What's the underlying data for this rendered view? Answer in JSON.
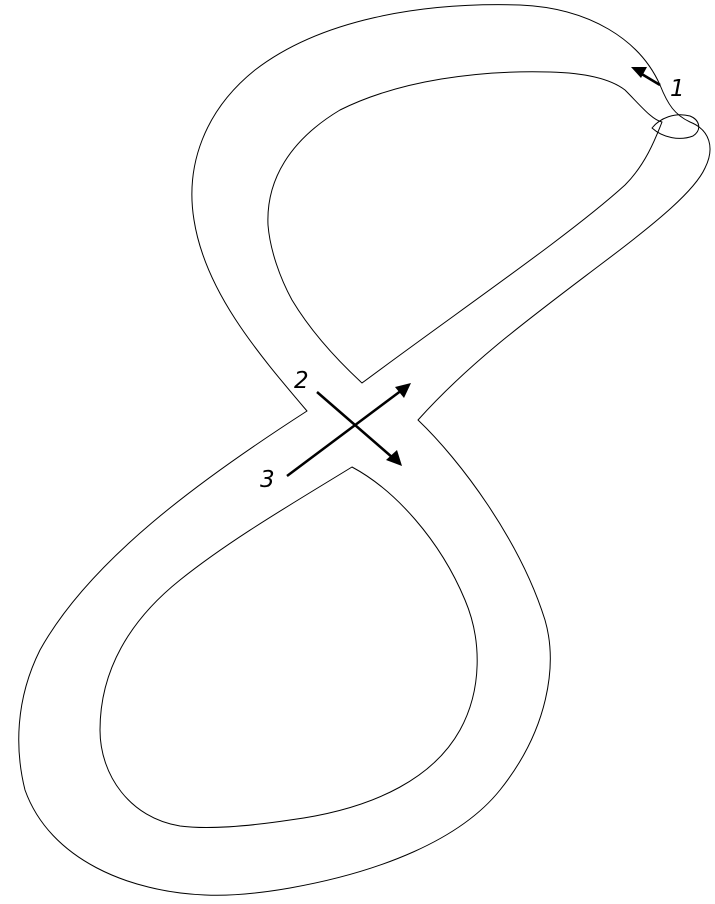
{
  "diagram": {
    "colors": {
      "background": "#ffffff",
      "line": "#000000"
    },
    "markers": [
      {
        "id": "marker-1",
        "label": "1"
      },
      {
        "id": "marker-2",
        "label": "2"
      },
      {
        "id": "marker-3",
        "label": "3"
      }
    ]
  }
}
